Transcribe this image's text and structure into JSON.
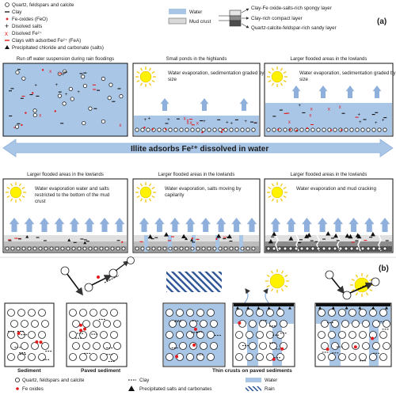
{
  "panel_a": {
    "tag": "(a)",
    "legend": {
      "quartz": "Quartz, feldspars and calcite",
      "clay": "Clay",
      "feo": "Fe-oxides (FeO)",
      "salts": "Disolved salts",
      "fe2": "Disolved Fe²⁺",
      "fea": "Clays with adsorbed Fe²⁺ (FeA)",
      "precip": "Precipitated chloride and carbonate (salts)",
      "water": "Water",
      "mudcrust": "Mud crust",
      "layer_top": "Clay-Fe oxide-salts-rich spongy layer",
      "layer_mid": "Clay-rich compact layer",
      "layer_bot": "Quartz-calcite-feldspar-rich sandy layer"
    },
    "panels": [
      {
        "title": "Run off water suspension during rain floodings",
        "text": ""
      },
      {
        "title": "Small ponds in the highlands",
        "text": "Water evaporation, sedimentation graded by size"
      },
      {
        "title": "Larger flooded areas in the lowlands",
        "text": "Water evaporation, sedimentation graded by size"
      },
      {
        "title": "Larger flooded areas in the lowlands",
        "text": "Water evaporation water and salts restricted to the bottom of the mud crust"
      },
      {
        "title": "Larger flooded areas in the lowlands",
        "text": "Water evaporation, salts moving by capilarity"
      },
      {
        "title": "Larger flooded areas in the lowlands",
        "text": "Water evaporation and mud cracking"
      }
    ],
    "arrow_label": "Illite adsorbs Fe²⁺ dissolved in water"
  },
  "panel_b": {
    "tag": "(b)",
    "captions": {
      "sediment": "Sediment",
      "paved": "Paved sediment",
      "thin": "Thin crusts on paved sediments"
    },
    "legend": {
      "quartz": "Quartz, feldspars and calcite",
      "feox": "Fe oxides",
      "clay": "Clay",
      "precip": "Precipitated salts and carbonates",
      "water": "Water",
      "rain": "Rain"
    }
  },
  "colors": {
    "water": "#a9c6e6",
    "water_dark": "#8fb3dc",
    "mud": "#cfcfcf",
    "arrow": "#8fb0dc",
    "red": "#e41a1c",
    "sun": "#fff200",
    "hatch": "#2f5597"
  }
}
